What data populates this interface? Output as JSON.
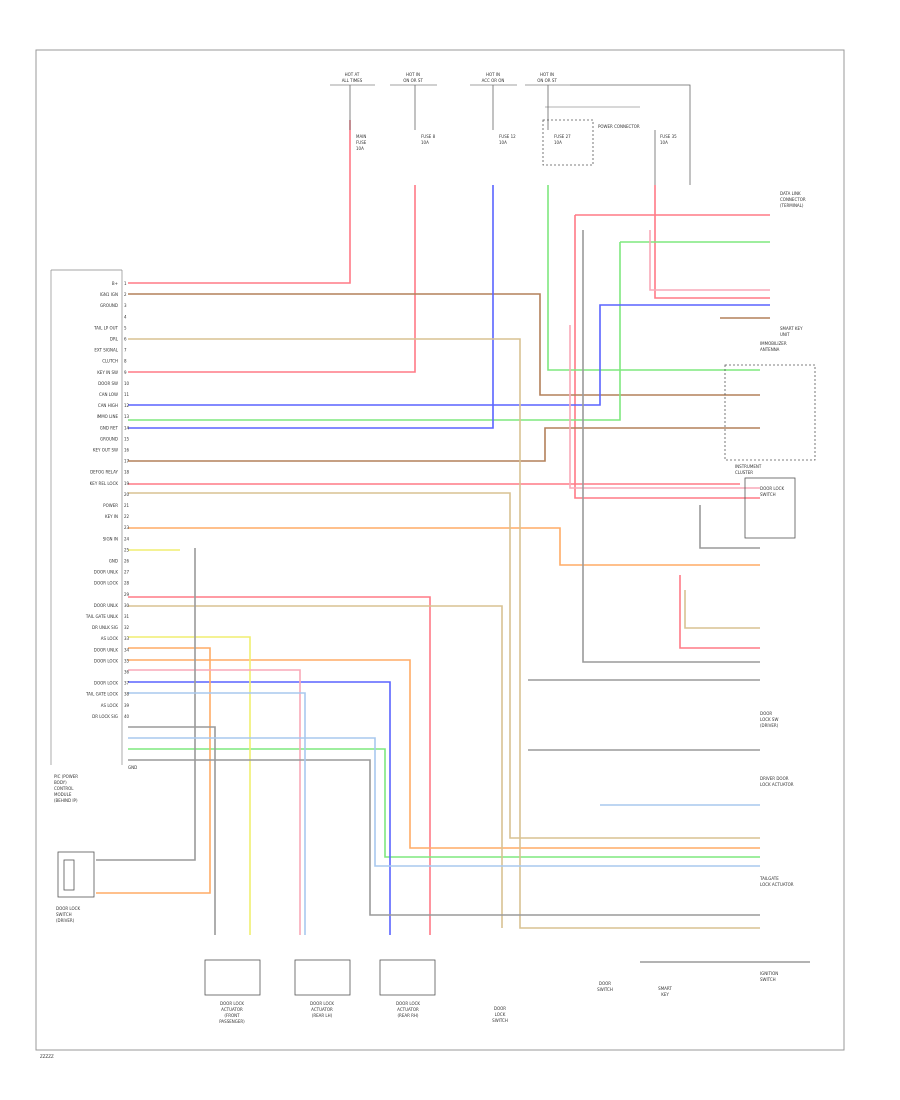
{
  "diagram_code": "ZZZZZ",
  "module": {
    "label_lines": [
      "PIC (POWER",
      "BODY)",
      "CONTROL",
      "MODULE",
      "(BEHIND IP)"
    ],
    "pins": [
      {
        "num": "1",
        "name": "B+"
      },
      {
        "num": "2",
        "name": "IGN1 IGN"
      },
      {
        "num": "3",
        "name": "GROUND"
      },
      {
        "num": "4",
        "name": ""
      },
      {
        "num": "5",
        "name": "TAIL LP OUT"
      },
      {
        "num": "6",
        "name": "DRL"
      },
      {
        "num": "7",
        "name": "EXT SIGNAL"
      },
      {
        "num": "8",
        "name": "CLUTCH"
      },
      {
        "num": "9",
        "name": "KEY IN SW"
      },
      {
        "num": "10",
        "name": "DOOR SW"
      },
      {
        "num": "11",
        "name": "CAN LOW"
      },
      {
        "num": "12",
        "name": "CAN HIGH"
      },
      {
        "num": "13",
        "name": "IMMO LINE"
      },
      {
        "num": "14",
        "name": "GND RET"
      },
      {
        "num": "15",
        "name": "GROUND"
      },
      {
        "num": "16",
        "name": "KEY OUT SW"
      },
      {
        "num": "17",
        "name": ""
      },
      {
        "num": "18",
        "name": "DEFOG RELAY"
      },
      {
        "num": "19",
        "name": "KEY REL LOCK"
      },
      {
        "num": "20",
        "name": ""
      },
      {
        "num": "21",
        "name": "POWER"
      },
      {
        "num": "22",
        "name": "KEY IN"
      },
      {
        "num": "23",
        "name": ""
      },
      {
        "num": "24",
        "name": "SIGN IN"
      },
      {
        "num": "25",
        "name": ""
      },
      {
        "num": "26",
        "name": "GND"
      },
      {
        "num": "27",
        "name": "DOOR UNLK"
      },
      {
        "num": "28",
        "name": "DOOR LOCK"
      },
      {
        "num": "29",
        "name": ""
      },
      {
        "num": "30",
        "name": "DOOR UNLK"
      },
      {
        "num": "31",
        "name": "TAIL GATE UNLK"
      },
      {
        "num": "32",
        "name": "DR UNLK SIG"
      },
      {
        "num": "33",
        "name": "AS LOCK"
      },
      {
        "num": "34",
        "name": "DOOR UNLK"
      },
      {
        "num": "35",
        "name": "DOOR LOCK"
      },
      {
        "num": "36",
        "name": ""
      },
      {
        "num": "37",
        "name": "DOOR LOCK"
      },
      {
        "num": "38",
        "name": "TAIL GATE LOCK"
      },
      {
        "num": "39",
        "name": "AS LOCK"
      },
      {
        "num": "40",
        "name": "DR LOCK SIG"
      }
    ],
    "pin_tail": "GND"
  },
  "fuse_headers": [
    {
      "line1": "HOT AT",
      "line2": "ALL TIMES"
    },
    {
      "line1": "HOT IN",
      "line2": "ON OR ST"
    },
    {
      "line1": "HOT IN",
      "line2": "ACC OR ON"
    },
    {
      "line1": "HOT IN",
      "line2": "ON OR ST"
    }
  ],
  "fuses": [
    {
      "lines": [
        "MAIN",
        "FUSE",
        "10A"
      ]
    },
    {
      "lines": [
        "FUSE 8",
        "10A"
      ]
    },
    {
      "lines": [
        "FUSE 12",
        "10A"
      ]
    },
    {
      "lines": [
        "FUSE 27",
        "10A"
      ]
    },
    {
      "lines": [
        "FUSE 35",
        "10A"
      ]
    }
  ],
  "connector_text": "POWER CONNECTOR",
  "right_components": [
    {
      "lines": [
        "DATA LINK",
        "CONNECTOR",
        "(TERMINAL)"
      ]
    },
    {
      "lines": [
        "SMART KEY",
        "UNIT"
      ]
    },
    {
      "lines": [
        "IMMOBILIZER",
        "ANTENNA"
      ]
    },
    {
      "lines": [
        "INSTRUMENT",
        "CLUSTER"
      ]
    },
    {
      "lines": [
        "DOOR LOCK",
        "SWITCH"
      ]
    },
    {
      "lines": [
        "DOOR",
        "LOCK SW",
        "(DRIVER)"
      ]
    },
    {
      "lines": [
        "DRIVER DOOR",
        "LOCK ACTUATOR"
      ]
    },
    {
      "lines": [
        "TAILGATE",
        "LOCK ACTUATOR"
      ]
    },
    {
      "lines": [
        "IGNITION",
        "SWITCH"
      ]
    }
  ],
  "bottom_components": [
    {
      "lines": [
        "DOOR LOCK",
        "ACTUATOR",
        "(FRONT",
        "PASSENGER)"
      ]
    },
    {
      "lines": [
        "DOOR LOCK",
        "ACTUATOR",
        "(REAR LH)"
      ]
    },
    {
      "lines": [
        "DOOR LOCK",
        "ACTUATOR",
        "(REAR RH)"
      ]
    },
    {
      "lines": [
        "DOOR",
        "LOCK",
        "SWITCH"
      ]
    },
    {
      "lines": [
        "DOOR",
        "SWITCH"
      ]
    },
    {
      "lines": [
        "SMART",
        "KEY"
      ]
    }
  ],
  "left_box_lines": [
    "DOOR LOCK",
    "SWITCH",
    "(DRIVER)"
  ],
  "wire_colors": {
    "red": "#ff7a86",
    "brown": "#b3805a",
    "green": "#7ee87e",
    "blue": "#5a64ff",
    "orange": "#ffab66",
    "yellow": "#f0ee70",
    "tan": "#d9c292",
    "pink": "#f9a9b8",
    "gray": "#9a9a9a",
    "lightblue": "#a8c8ee"
  }
}
